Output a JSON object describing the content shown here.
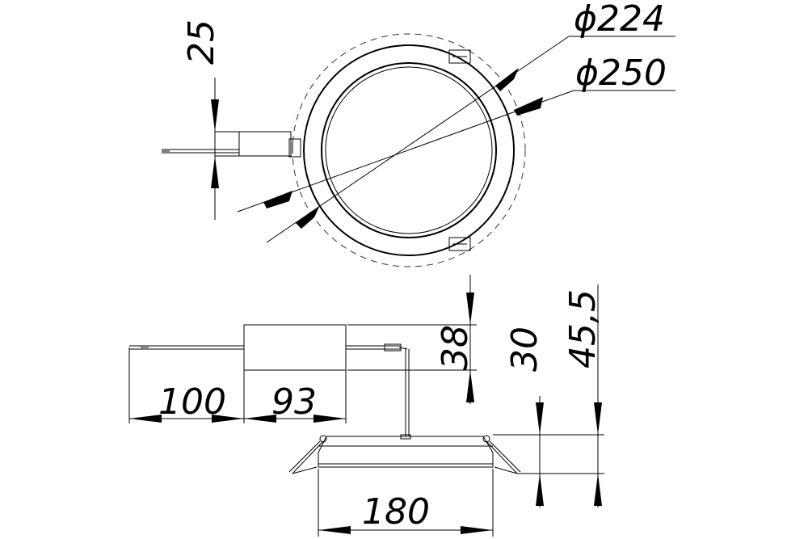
{
  "drawing": {
    "dimensions": {
      "d224": "ϕ224",
      "d250": "ϕ250",
      "h25": "25",
      "h38": "38",
      "h30": "30",
      "h455": "45,5",
      "w100": "100",
      "w93": "93",
      "w180": "180"
    }
  }
}
